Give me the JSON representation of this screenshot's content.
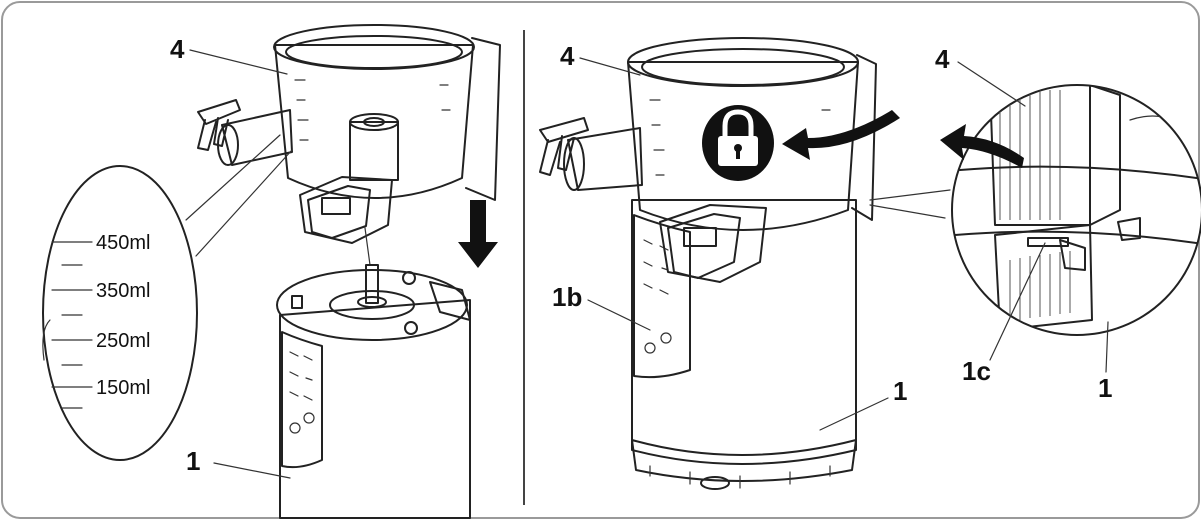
{
  "panels": {
    "left": {
      "callouts": {
        "bowl": "4",
        "base": "1"
      },
      "scale_labels": [
        "450ml",
        "350ml",
        "250ml",
        "150ml"
      ]
    },
    "right": {
      "callouts": {
        "bowl": "4",
        "panel": "1b",
        "base": "1"
      },
      "detail_callouts": {
        "bowl": "4",
        "latch": "1c",
        "base": "1"
      },
      "lock_icon": "padlock-icon",
      "rotate_icon": "rotate-arrow-icon"
    }
  },
  "colors": {
    "outline": "#222222",
    "bowl_gray": "#cfcfcf",
    "panel_gray": "#bdbdbd",
    "frame": "#9a9a9a"
  }
}
